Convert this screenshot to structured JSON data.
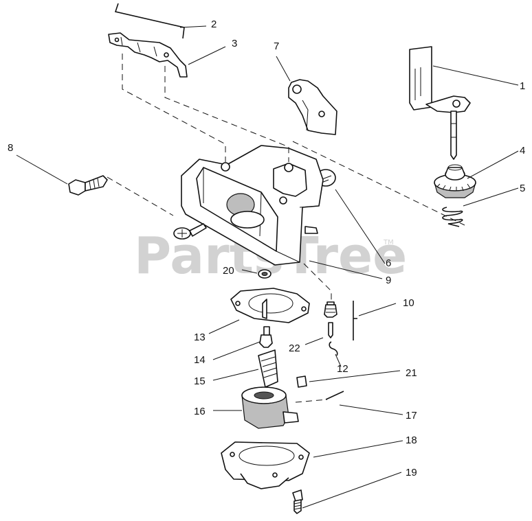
{
  "watermark": {
    "text": "PartsTree",
    "trademark": "TM"
  },
  "callouts": [
    "1",
    "2",
    "3",
    "4",
    "5",
    "6",
    "7",
    "8",
    "9",
    "10",
    "12",
    "13",
    "14",
    "15",
    "16",
    "17",
    "18",
    "19",
    "20",
    "21",
    "22"
  ],
  "colors": {
    "line": "#111111",
    "watermark": "#d2d2d2",
    "background": "#ffffff"
  }
}
